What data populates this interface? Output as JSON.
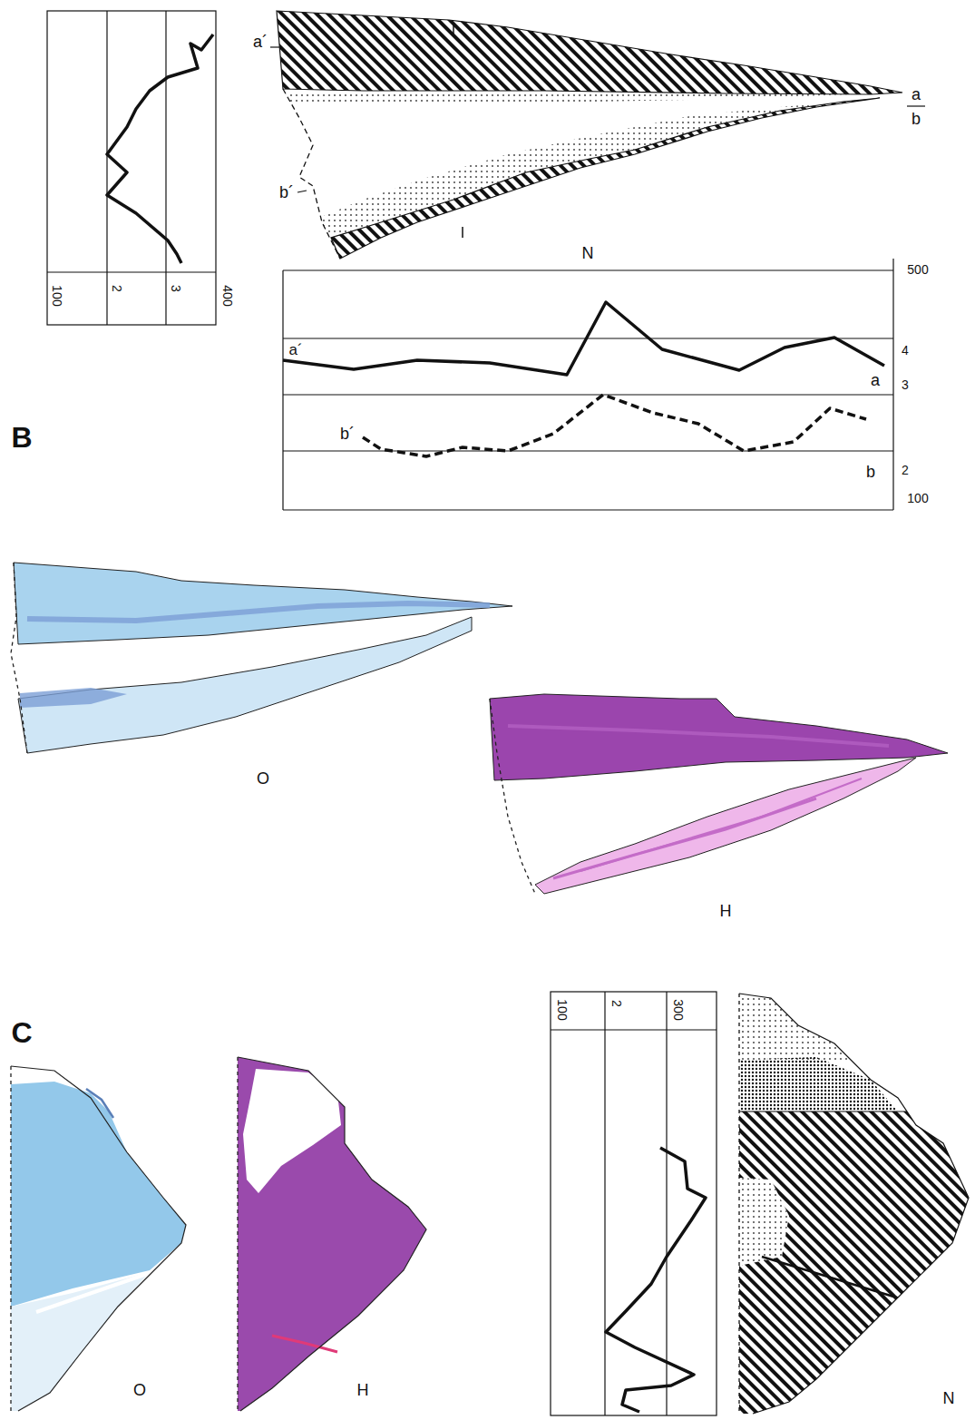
{
  "diagram": {
    "labels": [
      "100",
      "2",
      "3",
      "400",
      "a´",
      "b´",
      "a",
      "b",
      "N",
      "500",
      "4",
      "3",
      "2",
      "100",
      "a´",
      "a",
      "b´",
      "b",
      "B",
      "O",
      "H",
      "C",
      "O",
      "H",
      "100",
      "2",
      "300",
      "N"
    ]
  }
}
